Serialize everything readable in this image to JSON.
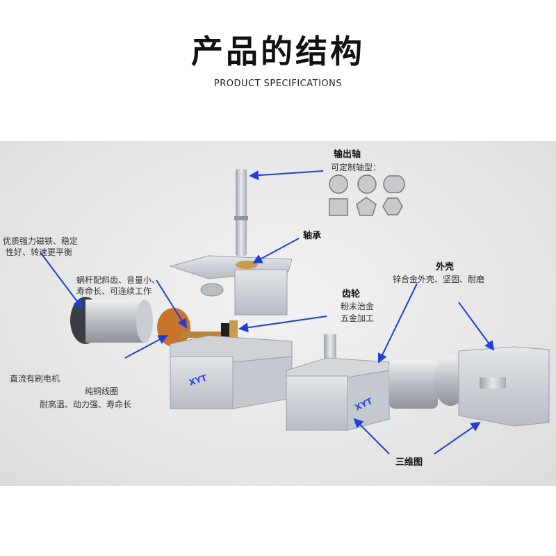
{
  "header": {
    "title": "产品的结构",
    "subtitle": "PRODUCT SPECIFICATIONS"
  },
  "labels": {
    "output_shaft": "输出轴",
    "custom_shaft": "可定制轴型：",
    "bearing": "轴承",
    "magnet_1": "优质强力磁铁、稳定",
    "magnet_2": "性好、转速更平衡",
    "worm_1": "蜗杆配斜齿、音量小、",
    "worm_2": "寿命长、可连续工作",
    "gear": "齿轮",
    "gear_1": "粉末治金",
    "gear_2": "五金加工",
    "housing": "外壳",
    "housing_1": "锌合金外壳、坚固、耐磨",
    "motor": "直流有刷电机",
    "coil": "纯铜线圈",
    "coil_1": "耐高温、动力强、寿命长",
    "view3d": "三维图"
  },
  "brand": {
    "logo": "XYT"
  },
  "colors": {
    "arrow": "#1d3fd6",
    "metal": "#c8ccd2",
    "copper": "#c8742e"
  }
}
